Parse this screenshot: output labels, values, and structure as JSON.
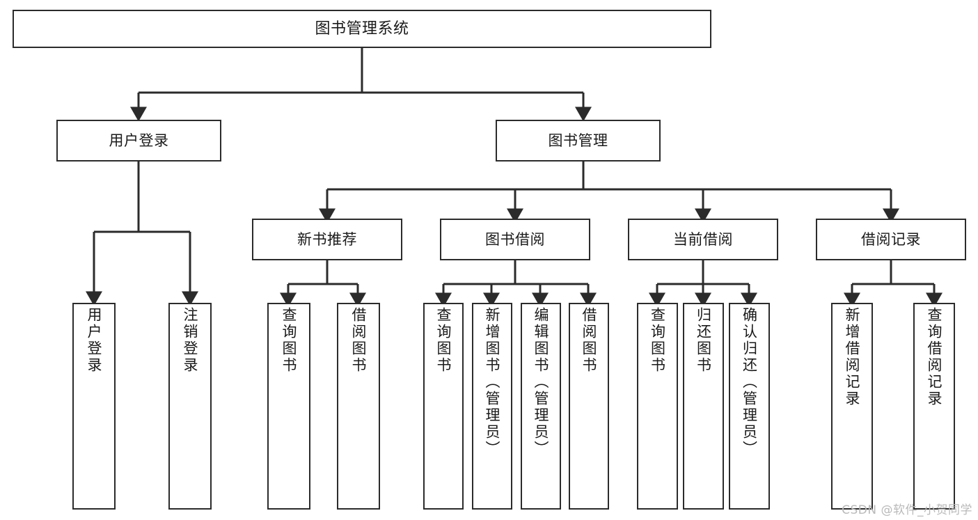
{
  "diagram": {
    "title": "图书管理系统",
    "type": "tree",
    "colors": {
      "stroke": "#2b2b2b",
      "fill": "#ffffff",
      "text": "#1a1a1a",
      "watermark": "#b9b9b9"
    },
    "root": {
      "label": "图书管理系统"
    },
    "level2": [
      {
        "label": "用户登录"
      },
      {
        "label": "图书管理"
      }
    ],
    "level3": [
      {
        "label": "新书推荐"
      },
      {
        "label": "图书借阅"
      },
      {
        "label": "当前借阅"
      },
      {
        "label": "借阅记录"
      }
    ],
    "leaves": [
      {
        "label": "用户登录",
        "parent": "用户登录"
      },
      {
        "label": "注销登录",
        "parent": "用户登录"
      },
      {
        "label": "查询图书",
        "parent": "新书推荐"
      },
      {
        "label": "借阅图书",
        "parent": "新书推荐"
      },
      {
        "label": "查询图书",
        "parent": "图书借阅"
      },
      {
        "label": "新增图书（管理员）",
        "parent": "图书借阅"
      },
      {
        "label": "编辑图书（管理员）",
        "parent": "图书借阅"
      },
      {
        "label": "借阅图书",
        "parent": "图书借阅"
      },
      {
        "label": "查询图书",
        "parent": "当前借阅"
      },
      {
        "label": "归还图书",
        "parent": "当前借阅"
      },
      {
        "label": "确认归还（管理员）",
        "parent": "当前借阅"
      },
      {
        "label": "新增借阅记录",
        "parent": "借阅记录"
      },
      {
        "label": "查询借阅记录",
        "parent": "借阅记录"
      }
    ]
  },
  "watermark": {
    "text": "CSDN @软件_小贺同学"
  }
}
